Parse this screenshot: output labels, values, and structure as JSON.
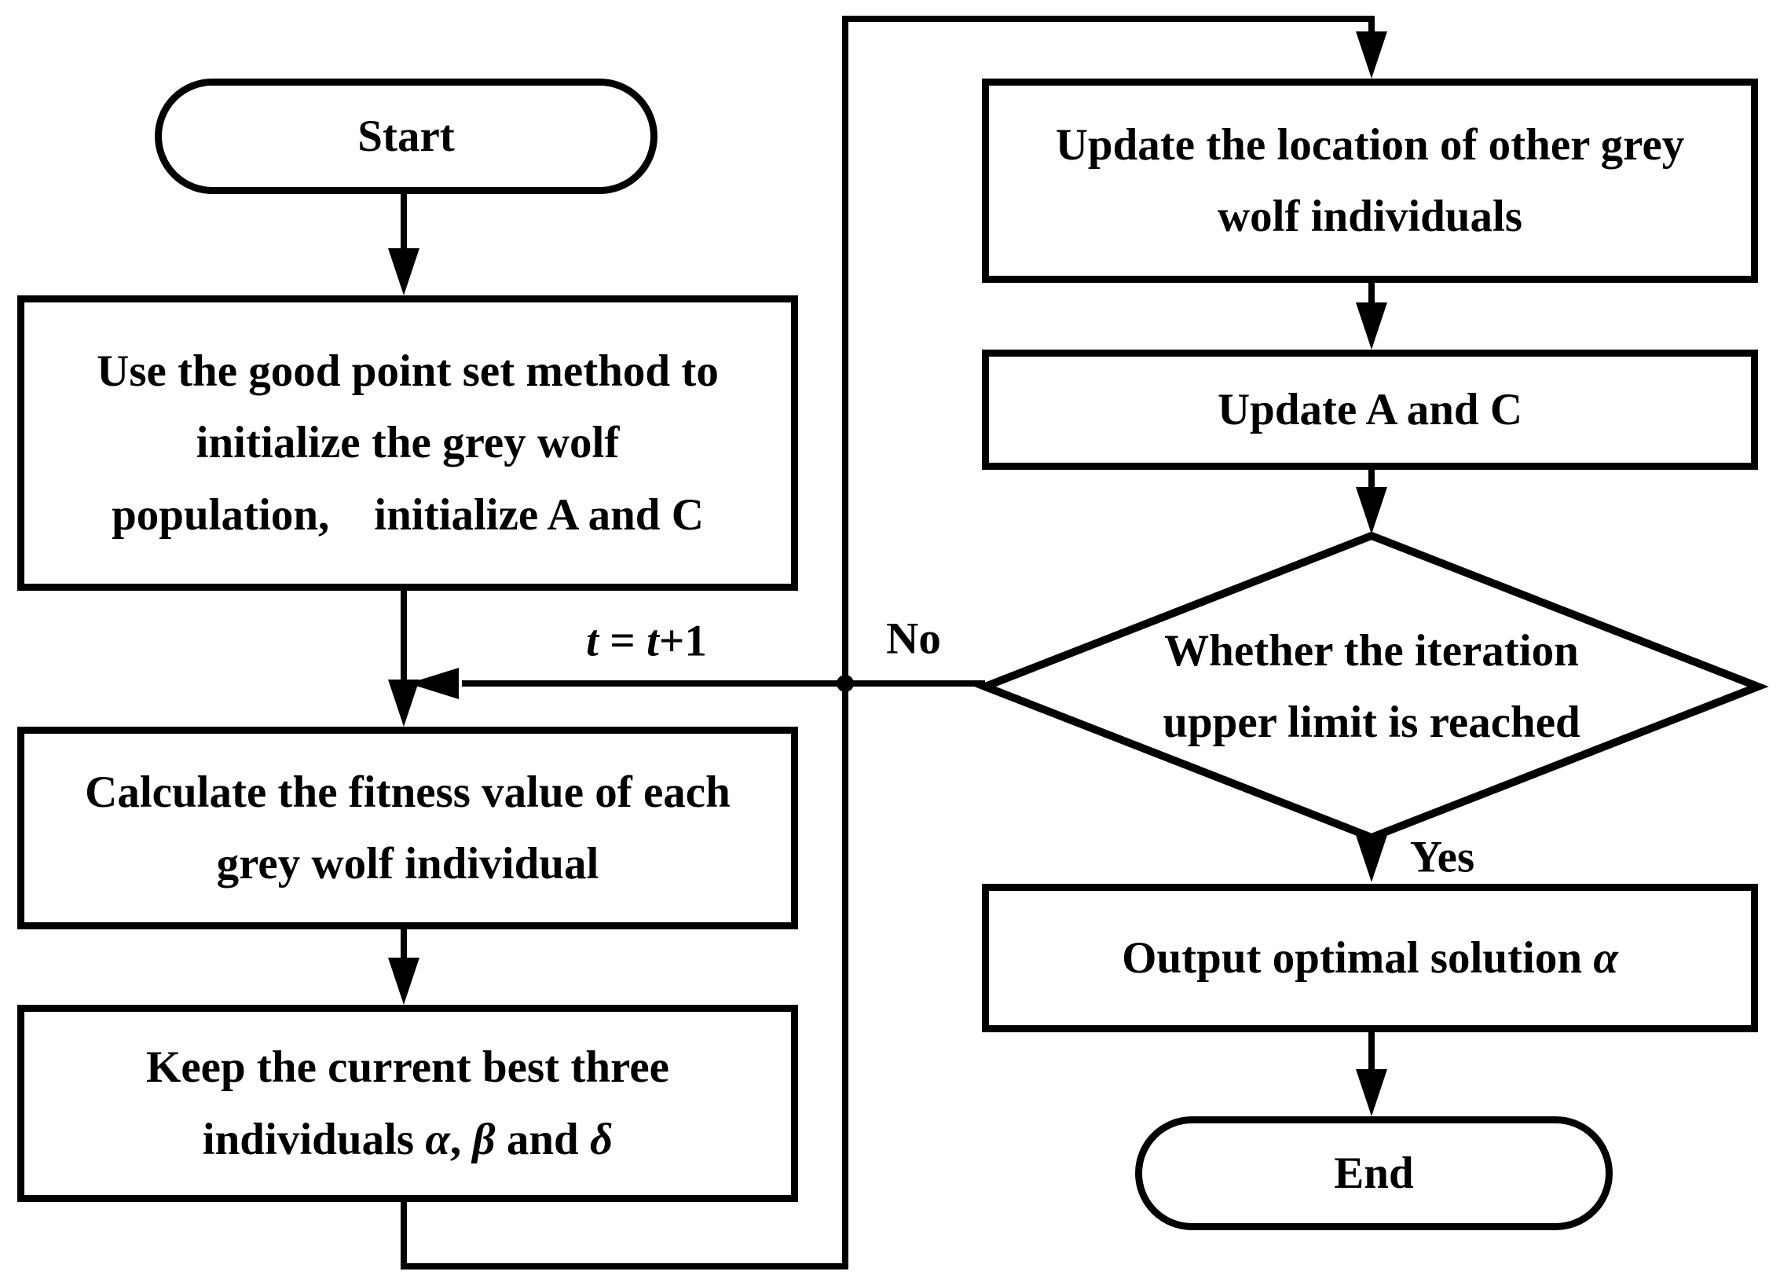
{
  "colors": {
    "stroke": "#000000",
    "background": "#ffffff"
  },
  "flow": {
    "start": {
      "label": "Start"
    },
    "init_box": {
      "line1": "Use the good point set method to",
      "line2": "initialize the grey wolf",
      "line3": "population, initialize A and C"
    },
    "fitness_box": {
      "line1": "Calculate the fitness value of each",
      "line2": "grey wolf individual"
    },
    "keep_box": {
      "line1": "Keep the current best three",
      "line2_prefix": "individuals ",
      "alpha": "α",
      "comma": ", ",
      "beta": "β",
      "and_word": " and ",
      "delta": "δ"
    },
    "update_location_box": {
      "line1": "Update the location of other grey",
      "line2": "wolf individuals"
    },
    "update_ac_box": {
      "label": "Update A and C"
    },
    "decision": {
      "line1": "Whether the iteration",
      "line2": "upper limit is reached"
    },
    "output_box": {
      "prefix": "Output optimal solution ",
      "alpha": "α"
    },
    "end": {
      "label": "End"
    },
    "edge_labels": {
      "t_update_t1": "t",
      "t_update_eq": " = ",
      "t_update_t2": "t",
      "t_update_plus": "+1",
      "no": "No",
      "yes": "Yes"
    }
  }
}
